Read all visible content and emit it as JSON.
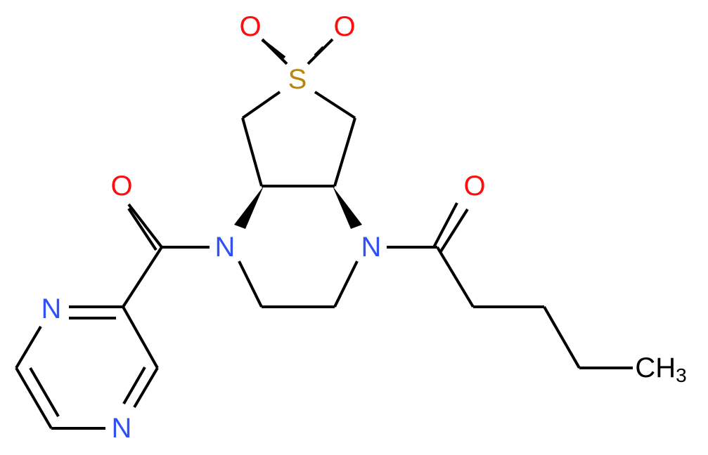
{
  "molecule": {
    "description": "4-pentanoyl-1-(pyrazine-2-carbonyl)-octahydrothieno[3,4-b]pyrazine 6,6-dioxide",
    "colors": {
      "bond": "#000000",
      "O": "#ff0d0d",
      "N": "#3050f8",
      "S": "#b8860b",
      "C": "#000000",
      "background": "#ffffff"
    },
    "atoms": {
      "o_sulfonyl_left": "O",
      "o_sulfonyl_right": "O",
      "s_sulfone": "S",
      "o_carbonyl_left": "O",
      "o_carbonyl_right": "O",
      "n_ring_left": "N",
      "n_ring_right": "N",
      "n_pyrazine_top": "N",
      "n_pyrazine_bottom": "N",
      "methyl_C": "CH",
      "methyl_sub": "3"
    }
  }
}
